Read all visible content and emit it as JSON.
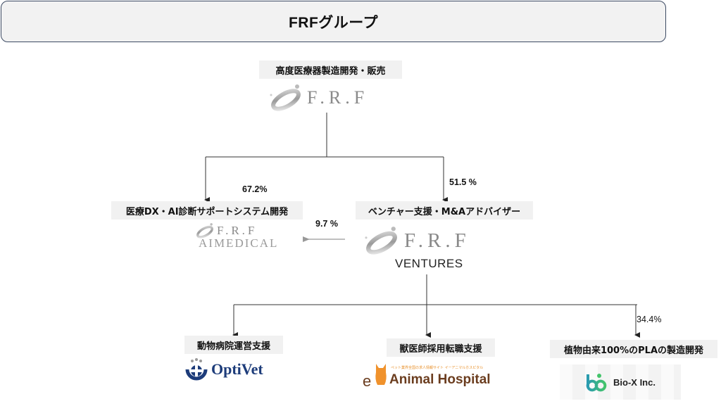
{
  "header": {
    "title": "FRFグループ"
  },
  "colors": {
    "title_border": "#3c4a63",
    "label_bg": "#f1f1f1",
    "line": "#333333",
    "optivet_blue": "#1d3c7a",
    "animal_orange": "#f0922c",
    "animal_brown": "#6b3d1f",
    "biox_green": "#2fbf7a"
  },
  "nodes": {
    "parent": {
      "label": "高度医療器製造開発・販売",
      "logo_text": "F.R.F",
      "logo_icon": "frf-swoosh-icon"
    },
    "aimedical": {
      "label": "医療DX・AI診断サポートシステム開発",
      "logo_text": "F.R.F",
      "logo_sub": "AIMEDICAL",
      "logo_icon": "frf-swoosh-icon"
    },
    "ventures": {
      "label": "ベンチャー支援・M&Aアドバイザー",
      "logo_text": "F.R.F",
      "logo_sub": "VENTURES",
      "logo_icon": "frf-swoosh-icon"
    },
    "optivet": {
      "label": "動物病院運営支援",
      "logo_text": "OptiVet",
      "logo_icon": "optivet-paw-icon"
    },
    "animal": {
      "label": "獣医師採用転職支援",
      "logo_text": "Animal Hospital",
      "logo_prefix": "e",
      "logo_tagline": "ペット業界全国の求人情報サイト イーアニマルホスピタル",
      "logo_icon": "cat-icon"
    },
    "biox": {
      "label": "植物由来100%のPLAの製造開発",
      "logo_text": "Bio-X Inc.",
      "logo_icon": "biox-infinity-icon"
    }
  },
  "ownership": {
    "aimedical": "67.2%",
    "ventures": "51.5 %",
    "ventures_to_aimedical": "9.7 %",
    "biox": "34.4%"
  }
}
